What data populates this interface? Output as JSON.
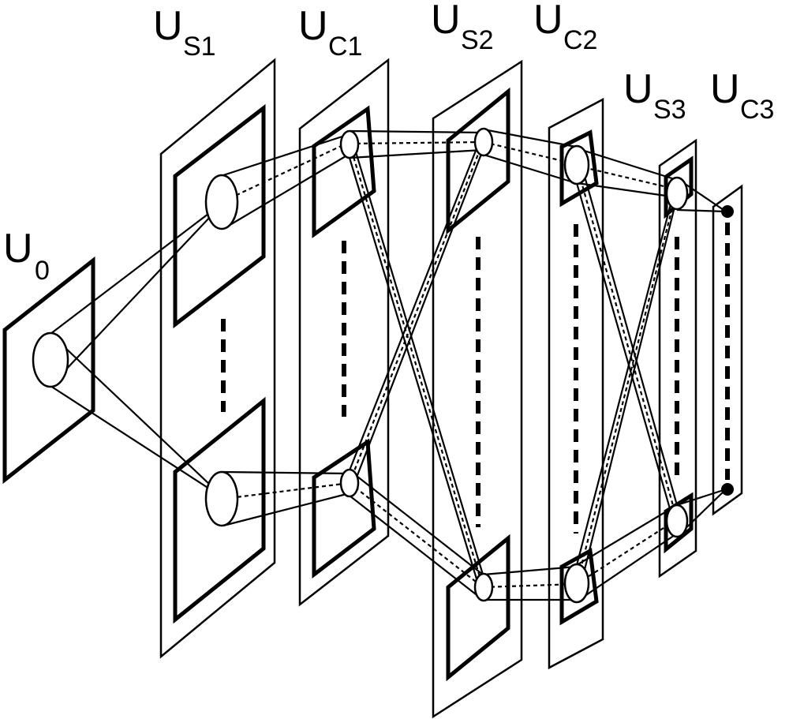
{
  "layers": [
    {
      "main": "U",
      "sub": "0"
    },
    {
      "main": "U",
      "sub": "S1"
    },
    {
      "main": "U",
      "sub": "C1"
    },
    {
      "main": "U",
      "sub": "S2"
    },
    {
      "main": "U",
      "sub": "C2"
    },
    {
      "main": "U",
      "sub": "S3"
    },
    {
      "main": "U",
      "sub": "C3"
    }
  ],
  "colors": {
    "stroke": "#000000",
    "background": "#ffffff"
  }
}
